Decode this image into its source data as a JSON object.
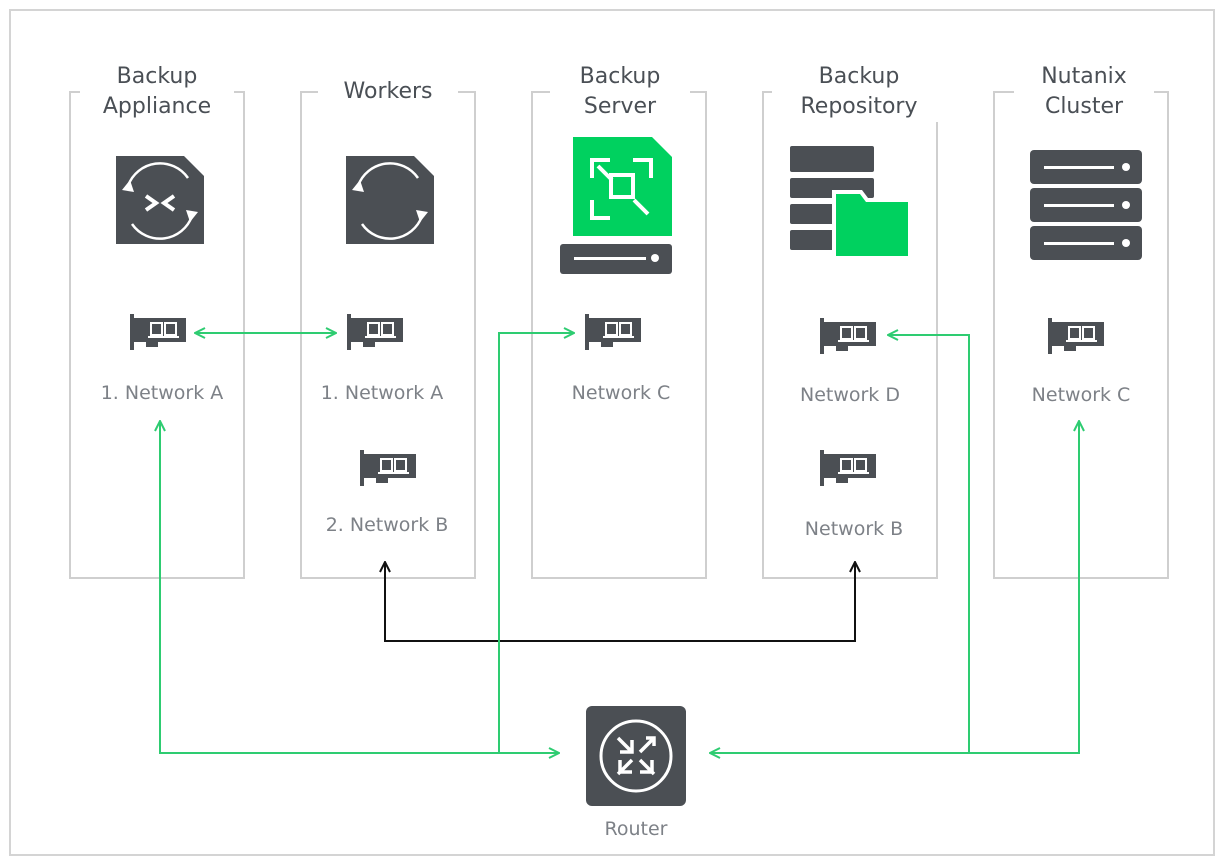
{
  "colors": {
    "frame": "#d4d4d4",
    "panel_border": "#cfcfcf",
    "icon_dark": "#4b4f54",
    "accent_green": "#00d15f",
    "link_green": "#2ecc71",
    "link_black": "#111111",
    "label_gray": "#7d8187"
  },
  "columns": [
    {
      "title_line1": "Backup",
      "title_line2": "Appliance",
      "icon": "backup-appliance-icon",
      "nics": [
        {
          "label": "1. Network A"
        }
      ]
    },
    {
      "title_line1": "Workers",
      "title_line2": "",
      "icon": "workers-icon",
      "nics": [
        {
          "label": "1. Network A"
        },
        {
          "label": "2. Network B"
        }
      ]
    },
    {
      "title_line1": "Backup",
      "title_line2": "Server",
      "icon": "backup-server-icon",
      "nics": [
        {
          "label": "Network C"
        }
      ]
    },
    {
      "title_line1": "Backup",
      "title_line2": "Repository",
      "icon": "backup-repository-icon",
      "nics": [
        {
          "label": "Network D"
        },
        {
          "label": "Network B"
        }
      ]
    },
    {
      "title_line1": "Nutanix",
      "title_line2": "Cluster",
      "icon": "nutanix-cluster-icon",
      "nics": [
        {
          "label": "Network C"
        }
      ]
    }
  ],
  "router": {
    "label": "Router",
    "icon": "router-icon"
  }
}
